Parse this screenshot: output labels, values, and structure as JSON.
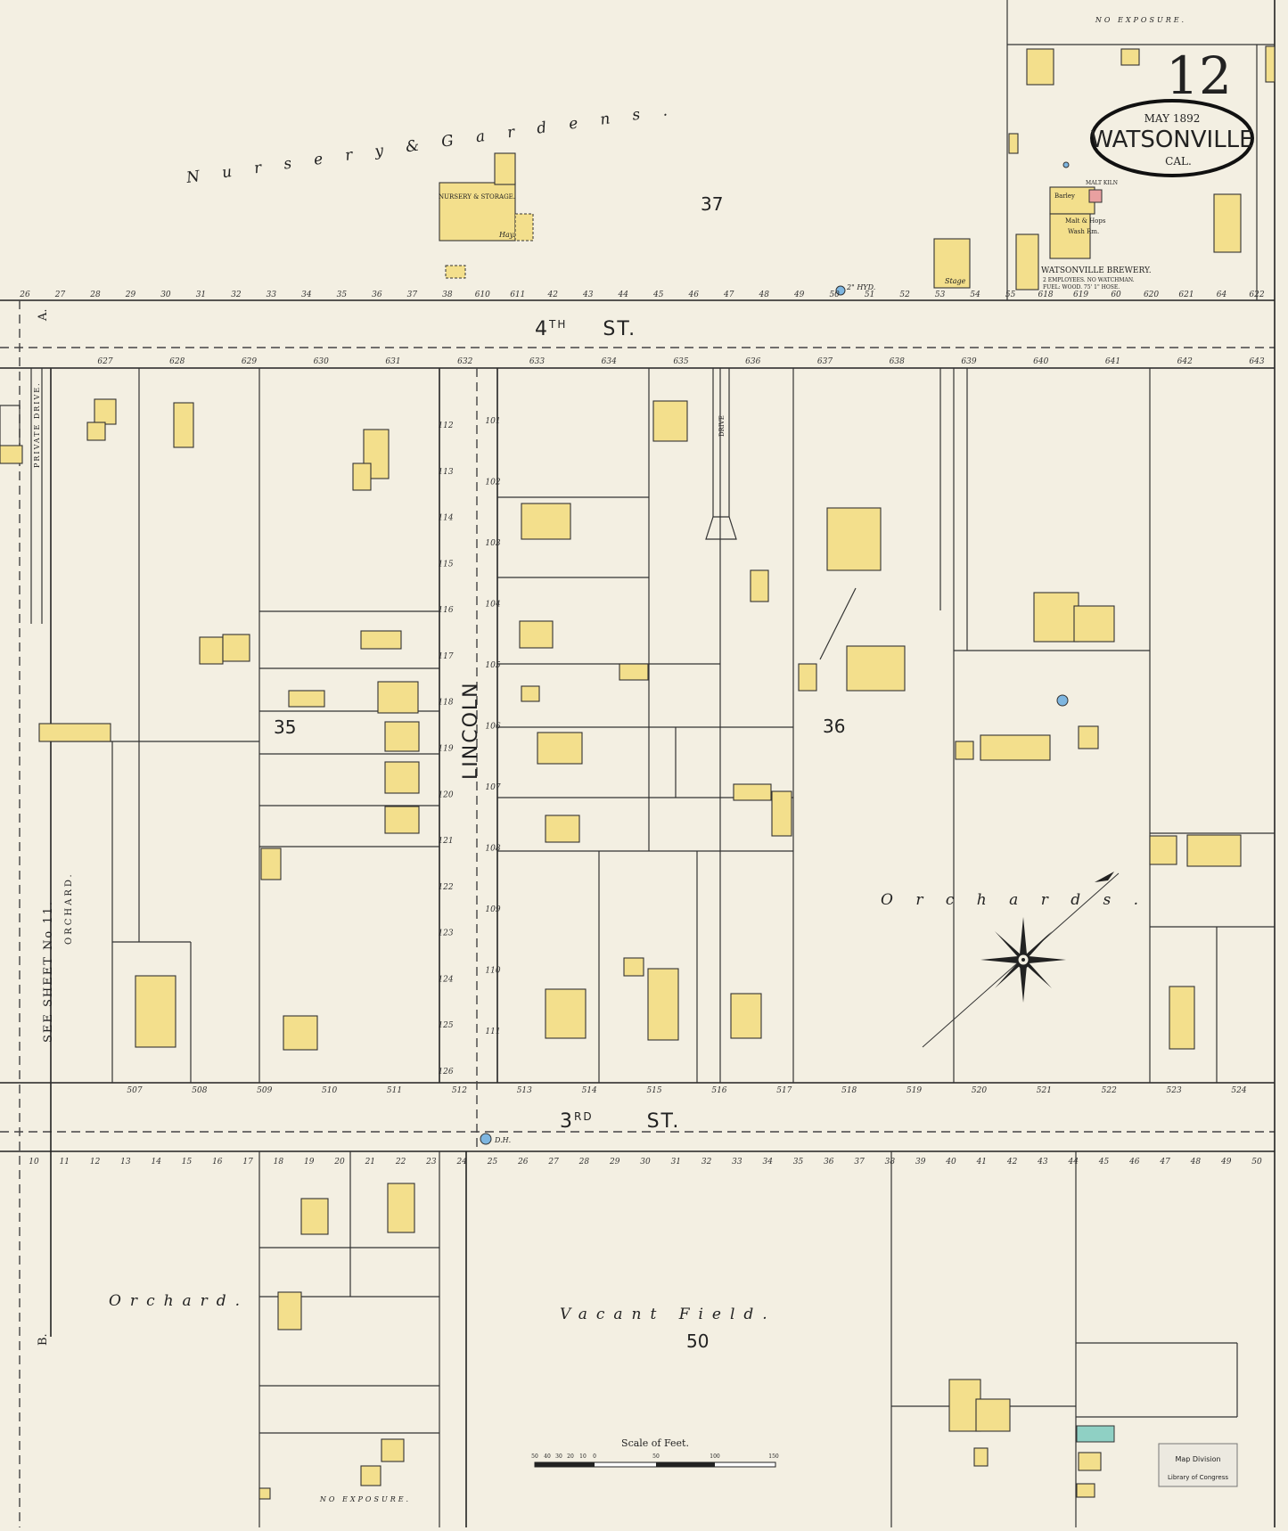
{
  "sheet": {
    "number": "12",
    "date": "MAY 1892",
    "city": "WATSONVILLE",
    "state": "CAL.",
    "no_exposure_top": "NO EXPOSURE.",
    "no_exposure_bottom": "NO EXPOSURE."
  },
  "streets": {
    "fourth_main": "4",
    "fourth_sup": "TH",
    "fourth_suffix": "ST.",
    "third_main": "3",
    "third_sup": "RD",
    "third_suffix": "ST.",
    "lincoln": "LINCOLN",
    "street_a": "A.",
    "street_b": "B.",
    "private_drive": "PRIVATE DRIVE."
  },
  "blocks": {
    "b35": "35",
    "b36": "36",
    "b37": "37",
    "b50": "50"
  },
  "areas": {
    "nursery": "N u r s e r y  &  G a r d e n s .",
    "nursery_storage": "NURSERY & STORAGE.",
    "hay": "Hay.",
    "orchards": "O r c h a r d s .",
    "orchard_left": "Orchard.",
    "orchard_vertical": "ORCHARD.",
    "vacant_field": "Vacant   Field.",
    "see_sheet": "SEE SHEET No 11.",
    "drive": "DRIVE",
    "stage": "Stage"
  },
  "brewery": {
    "name": "WATSONVILLE BREWERY.",
    "notes_1": "2 EMPLOYEES. NO WATCHMAN.",
    "notes_2": "FUEL: WOOD. 75' 1\" HOSE.",
    "labels": [
      "Barley",
      "Malt & Hops",
      "Wash Rm.",
      "MALT KILN"
    ]
  },
  "hydrant_labels": {
    "fourth": "2\" HYD.",
    "third": "D.H."
  },
  "scale": {
    "label": "Scale of Feet.",
    "ticks": [
      "50",
      "40",
      "30",
      "20",
      "10",
      "0",
      "50",
      "100",
      "150"
    ]
  },
  "stamp": {
    "line1": "Map Division",
    "line2": "Library of Congress"
  },
  "addresses": {
    "fourth_north": [
      "26",
      "27",
      "28",
      "29",
      "30",
      "31",
      "32",
      "33",
      "34",
      "35",
      "36",
      "37",
      "38",
      "610",
      "611",
      "42",
      "43",
      "44",
      "45",
      "46",
      "47",
      "48",
      "49",
      "50",
      "51",
      "52",
      "53",
      "54",
      "55",
      "618",
      "619",
      "60",
      "620",
      "621",
      "64",
      "622"
    ],
    "fourth_south": [
      "627",
      "628",
      "629",
      "630",
      "631",
      "632",
      "633",
      "634",
      "635",
      "636",
      "637",
      "638",
      "639",
      "640",
      "641",
      "642",
      "643"
    ],
    "third_north": [
      "507",
      "508",
      "509",
      "510",
      "511",
      "512",
      "513",
      "514",
      "515",
      "516",
      "517",
      "518",
      "519",
      "520",
      "521",
      "522",
      "523",
      "524"
    ],
    "third_south": [
      "10",
      "11",
      "12",
      "13",
      "14",
      "15",
      "16",
      "17",
      "18",
      "19",
      "20",
      "21",
      "22",
      "23",
      "24",
      "25",
      "26",
      "27",
      "28",
      "29",
      "30",
      "31",
      "32",
      "33",
      "34",
      "35",
      "36",
      "37",
      "38",
      "39",
      "40",
      "41",
      "42",
      "43",
      "44",
      "45",
      "46",
      "47",
      "48",
      "49",
      "50"
    ],
    "lincoln_west": [
      "112",
      "113",
      "114",
      "115",
      "116",
      "117",
      "118",
      "119",
      "120",
      "121",
      "122",
      "123",
      "124",
      "125",
      "126"
    ],
    "lincoln_east": [
      "101",
      "102",
      "103",
      "104",
      "105",
      "106",
      "107",
      "108",
      "109",
      "110",
      "111"
    ]
  },
  "colors": {
    "paper": "#f3efe2",
    "frame_building": "#f3df8c",
    "brick": "#e9a0a0",
    "hydrant": "#7eb6e0",
    "ink": "#222222",
    "stone": "#8fd0c4"
  }
}
